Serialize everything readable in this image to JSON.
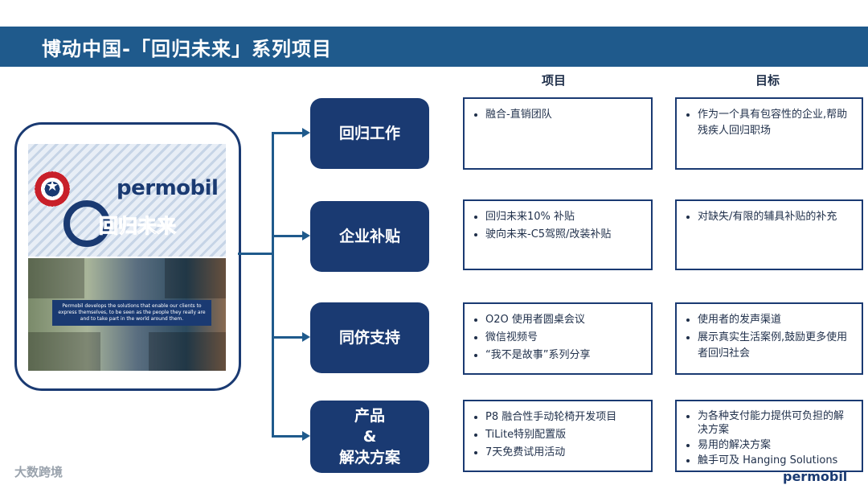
{
  "header": {
    "title": "博动中国-「回归未来」系列项目"
  },
  "columns": {
    "project": "项目",
    "goal": "目标"
  },
  "card": {
    "logo": "permobil",
    "subtitle": "回归未来",
    "caption": "Permobil develops the solutions that enable our clients to express themselves, to be seen as the people they really are and to take part in the world around them."
  },
  "rows": [
    {
      "category": "回归工作",
      "projects": [
        "融合-直销团队"
      ],
      "goals": [
        "作为一个具有包容性的企业,帮助残疾人回归职场"
      ]
    },
    {
      "category": "企业补贴",
      "projects": [
        "回归未来10% 补贴",
        "驶向未来-C5驾照/改装补贴"
      ],
      "goals": [
        "对缺失/有限的辅具补贴的补充"
      ]
    },
    {
      "category": "同侪支持",
      "projects": [
        "O2O 使用者圆桌会议",
        "微信视频号",
        "“我不是故事”系列分享"
      ],
      "goals": [
        "使用者的发声渠道",
        "展示真实生活案例,鼓励更多使用者回归社会"
      ]
    },
    {
      "category": "产品&解决方案",
      "category_lines": [
        "产品",
        "&",
        "解决方案"
      ],
      "projects": [
        "P8 融合性手动轮椅开发项目",
        "TiLite特别配置版",
        "7天免费试用活动"
      ],
      "goals": [
        "为各种支付能力提供可负担的解决方案",
        "易用的解决方案",
        "触手可及 Hanging Solutions"
      ]
    }
  ],
  "footer": {
    "brand": "permobil",
    "watermark": "大数跨境"
  }
}
